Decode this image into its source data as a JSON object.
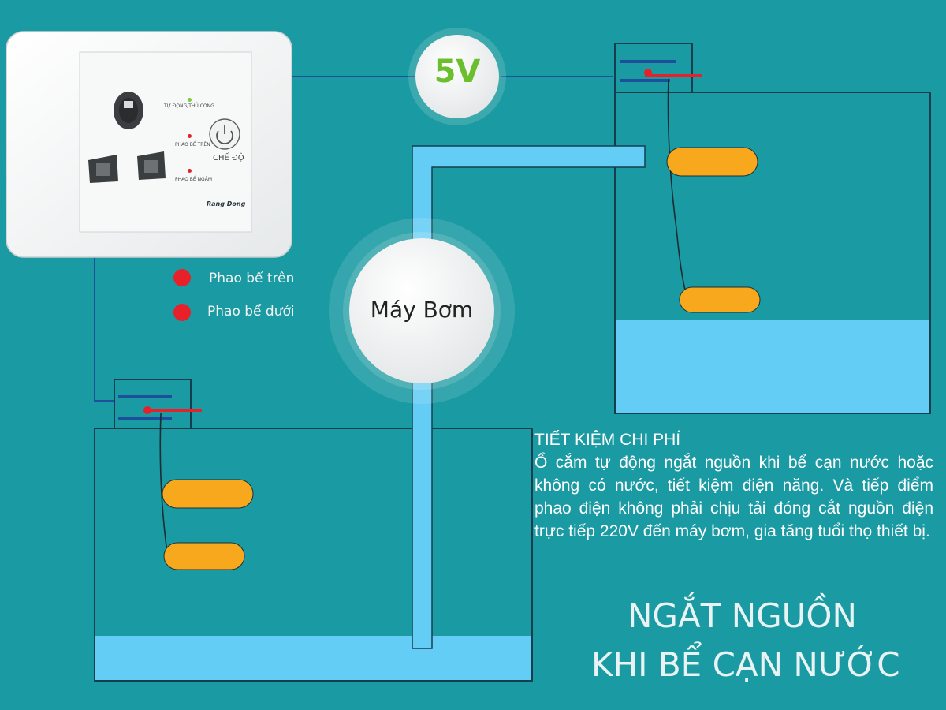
{
  "legend": {
    "items": [
      {
        "label": "Phao bể trên",
        "color": "#e8202a"
      },
      {
        "label": "Phao bể dưới",
        "color": "#e8202a"
      }
    ]
  },
  "socket": {
    "labels": [
      "TỰ ĐỘNG/THỦ CÔNG",
      "PHAO BỂ TRÊN",
      "PHAO BỂ NGẦM"
    ],
    "mode_label": "CHẾ ĐỘ",
    "brand": "Rang Dong",
    "status_colors": [
      "#7ccc3a",
      "#e8202a",
      "#e8202a"
    ]
  },
  "voltage_label": "5V",
  "pump_label": "Máy Bơm",
  "info": {
    "title": "TIẾT KIỆM CHI PHÍ",
    "body": "Ổ cắm tự động ngắt nguồn khi bể cạn nước hoặc không có nước, tiết kiệm điện năng. Và tiếp điểm phao điện không phải chịu tải đóng cắt nguồn điện trực tiếp 220V đến máy bơm, gia tăng tuổi thọ thiết bị."
  },
  "headline": {
    "line1": "NGẮT NGUỒN",
    "line2": "KHI BỂ CẠN NƯỚC"
  },
  "colors": {
    "background": "#1a9aa2",
    "water": "#63cdf5",
    "float": "#f8a81c",
    "wire": "#1e4f9a",
    "switch_red": "#e8202a"
  }
}
